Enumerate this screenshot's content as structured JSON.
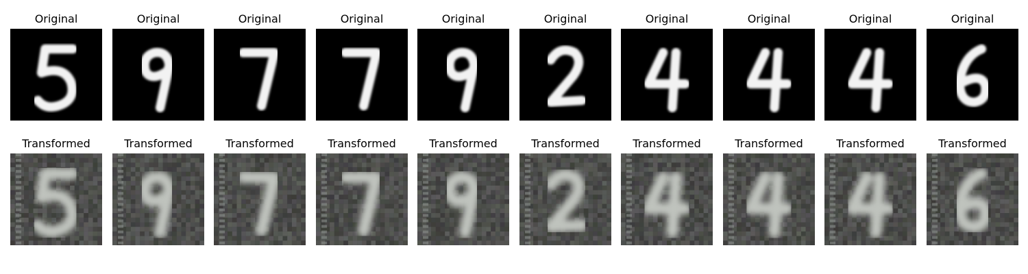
{
  "rows": [
    {
      "label": "Original",
      "kind": "original",
      "panels": [
        {
          "title": "Original",
          "digit": "5"
        },
        {
          "title": "Original",
          "digit": "9"
        },
        {
          "title": "Original",
          "digit": "7"
        },
        {
          "title": "Original",
          "digit": "7"
        },
        {
          "title": "Original",
          "digit": "9"
        },
        {
          "title": "Original",
          "digit": "2"
        },
        {
          "title": "Original",
          "digit": "4"
        },
        {
          "title": "Original",
          "digit": "4"
        },
        {
          "title": "Original",
          "digit": "4"
        },
        {
          "title": "Original",
          "digit": "6"
        }
      ]
    },
    {
      "label": "Transformed",
      "kind": "transformed",
      "panels": [
        {
          "title": "Transformed",
          "digit": "5"
        },
        {
          "title": "Transformed",
          "digit": "9"
        },
        {
          "title": "Transformed",
          "digit": "7"
        },
        {
          "title": "Transformed",
          "digit": "7"
        },
        {
          "title": "Transformed",
          "digit": "9"
        },
        {
          "title": "Transformed",
          "digit": "2"
        },
        {
          "title": "Transformed",
          "digit": "4"
        },
        {
          "title": "Transformed",
          "digit": "4"
        },
        {
          "title": "Transformed",
          "digit": "4"
        },
        {
          "title": "Transformed",
          "digit": "6"
        }
      ]
    }
  ],
  "colors": {
    "original_bg": "#000000",
    "original_stroke": "#f2f2f2",
    "transformed_bg": "#3c3f3a",
    "transformed_stroke": "#bfc3bd",
    "transformed_tint": "#6a6f63"
  }
}
